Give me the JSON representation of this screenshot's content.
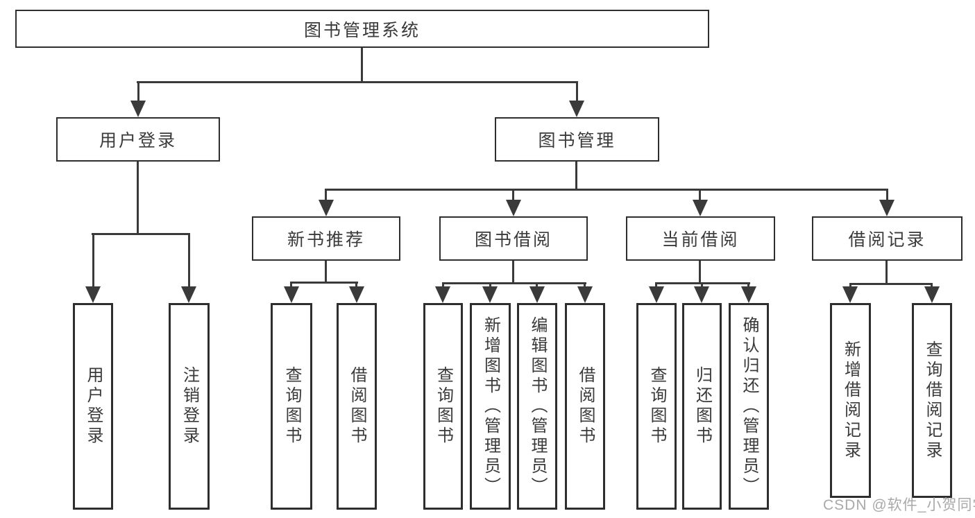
{
  "diagram": {
    "root": {
      "label": "图书管理系统"
    },
    "level2": [
      {
        "id": "user-login",
        "label": "用户登录",
        "parent": "图书管理系统"
      },
      {
        "id": "book-management",
        "label": "图书管理",
        "parent": "图书管理系统"
      }
    ],
    "level3": [
      {
        "id": "new-book-recommend",
        "label": "新书推荐",
        "parent": "图书管理"
      },
      {
        "id": "book-borrow",
        "label": "图书借阅",
        "parent": "图书管理"
      },
      {
        "id": "current-borrow",
        "label": "当前借阅",
        "parent": "图书管理"
      },
      {
        "id": "borrow-records",
        "label": "借阅记录",
        "parent": "图书管理"
      }
    ],
    "leaves": [
      {
        "label": "用户登录",
        "parent": "用户登录"
      },
      {
        "label": "注销登录",
        "parent": "用户登录"
      },
      {
        "label": "查询图书",
        "parent": "新书推荐"
      },
      {
        "label": "借阅图书",
        "parent": "新书推荐"
      },
      {
        "label": "查询图书",
        "parent": "图书借阅"
      },
      {
        "label": "新增图书（管理员）",
        "parent": "图书借阅"
      },
      {
        "label": "编辑图书（管理员）",
        "parent": "图书借阅"
      },
      {
        "label": "借阅图书",
        "parent": "图书借阅"
      },
      {
        "label": "查询图书",
        "parent": "当前借阅"
      },
      {
        "label": "归还图书",
        "parent": "当前借阅"
      },
      {
        "label": "确认归还（管理员）",
        "parent": "当前借阅"
      },
      {
        "label": "新增借阅记录",
        "parent": "借阅记录"
      },
      {
        "label": "查询借阅记录",
        "parent": "借阅记录"
      }
    ]
  },
  "watermark": {
    "text": "CSDN @软件_小贺同学"
  },
  "colors": {
    "line": "#3a3a3a",
    "box_border": "#2e2e2e",
    "text": "#3a3a3a",
    "watermark": "#a9a9a9",
    "background": "#ffffff"
  }
}
